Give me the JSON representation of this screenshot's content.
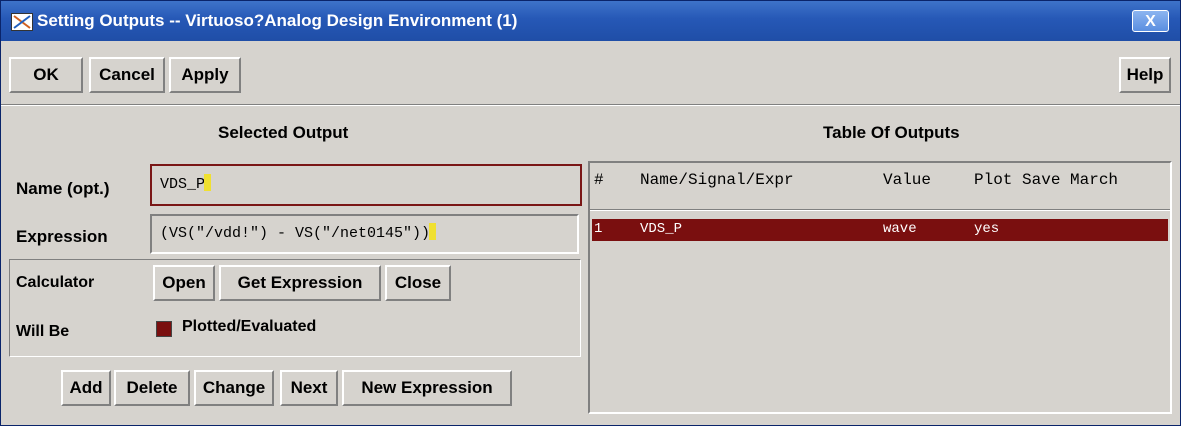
{
  "window": {
    "title": "Setting Outputs -- Virtuoso?Analog Design Environment (1)",
    "close_label": "X"
  },
  "toolbar": {
    "ok_label": "OK",
    "cancel_label": "Cancel",
    "apply_label": "Apply",
    "help_label": "Help"
  },
  "selected_output": {
    "heading": "Selected Output",
    "name_label": "Name (opt.)",
    "name_value": "VDS_P",
    "expression_label": "Expression",
    "expression_value": "(VS(\"/vdd!\") - VS(\"/net0145\"))",
    "calculator_label": "Calculator",
    "open_label": "Open",
    "get_expression_label": "Get Expression",
    "close_label": "Close",
    "will_be_label": "Will Be",
    "plotted_label": "Plotted/Evaluated",
    "plotted_checked": true
  },
  "actions": {
    "add_label": "Add",
    "delete_label": "Delete",
    "change_label": "Change",
    "next_label": "Next",
    "new_expression_label": "New Expression"
  },
  "outputs_table": {
    "heading": "Table Of Outputs",
    "columns": [
      "#",
      "Name/Signal/Expr",
      "Value",
      "Plot Save March"
    ],
    "rows": [
      {
        "index": "1",
        "name": "VDS_P",
        "value": "wave",
        "plot": "yes"
      }
    ]
  },
  "colors": {
    "title_bar": "#2658b6",
    "selection": "#7a0f0f",
    "panel": "#d6d3ce"
  }
}
